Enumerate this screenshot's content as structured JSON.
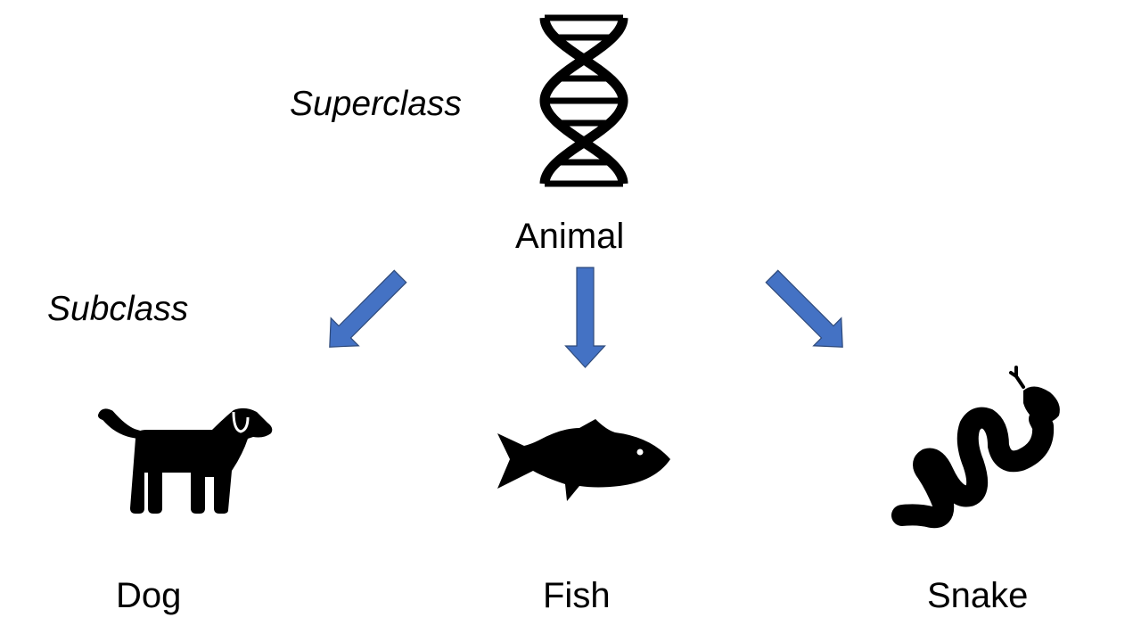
{
  "labels": {
    "superclass": "Superclass",
    "subclass": "Subclass",
    "parent": "Animal",
    "children": [
      "Dog",
      "Fish",
      "Snake"
    ]
  },
  "icons": {
    "parent": "dna-icon",
    "children": [
      "dog-icon",
      "fish-icon",
      "snake-icon"
    ]
  },
  "colors": {
    "arrow_fill": "#4472C4",
    "arrow_stroke": "#2F4A7A",
    "icon": "#000000"
  }
}
